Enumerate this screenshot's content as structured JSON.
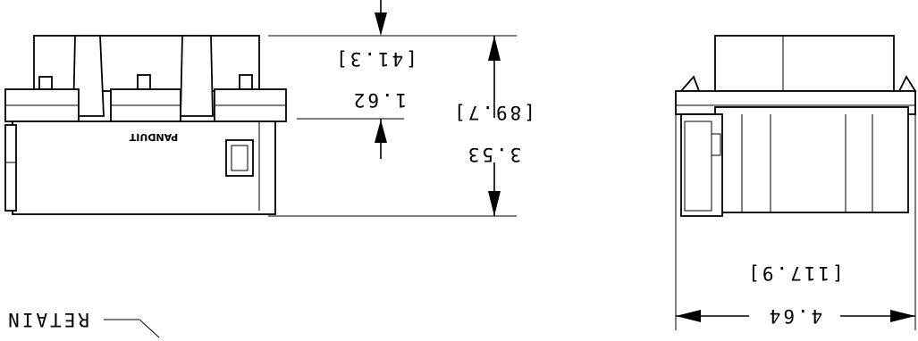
{
  "drawing": {
    "brand_label": "PANDUIT",
    "callout_label": "RETAIN",
    "dimensions": {
      "height_inch": "3.53",
      "height_mm": "[89.7]",
      "partial_inch": "1.62",
      "partial_mm": "[41.3]",
      "width_inch": "4.64",
      "width_mm": "[117.9]"
    }
  }
}
